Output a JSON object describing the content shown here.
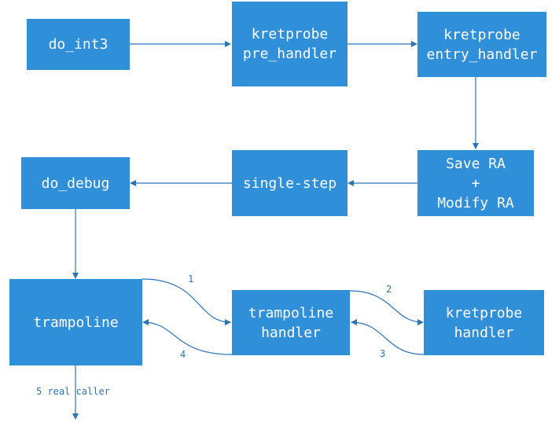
{
  "colors": {
    "node_fill": "#2f8fd8",
    "node_text": "#ffffff",
    "edge": "#2a74b8",
    "label": "#2a74b8",
    "background": "#ffffff"
  },
  "nodes": {
    "do_int3": "do_int3",
    "kretprobe_pre_handler": "kretprobe\npre_handler",
    "kretprobe_entry_handler": "kretprobe\nentry_handler",
    "save_modify_ra": "Save RA\n+\nModify RA",
    "single_step": "single-step",
    "do_debug": "do_debug",
    "trampoline": "trampoline",
    "trampoline_handler": "trampoline\nhandler",
    "kretprobe_handler": "kretprobe\nhandler"
  },
  "edge_labels": {
    "step1": "1",
    "step2": "2",
    "step3": "3",
    "step4": "4",
    "step5": "5 real caller"
  }
}
